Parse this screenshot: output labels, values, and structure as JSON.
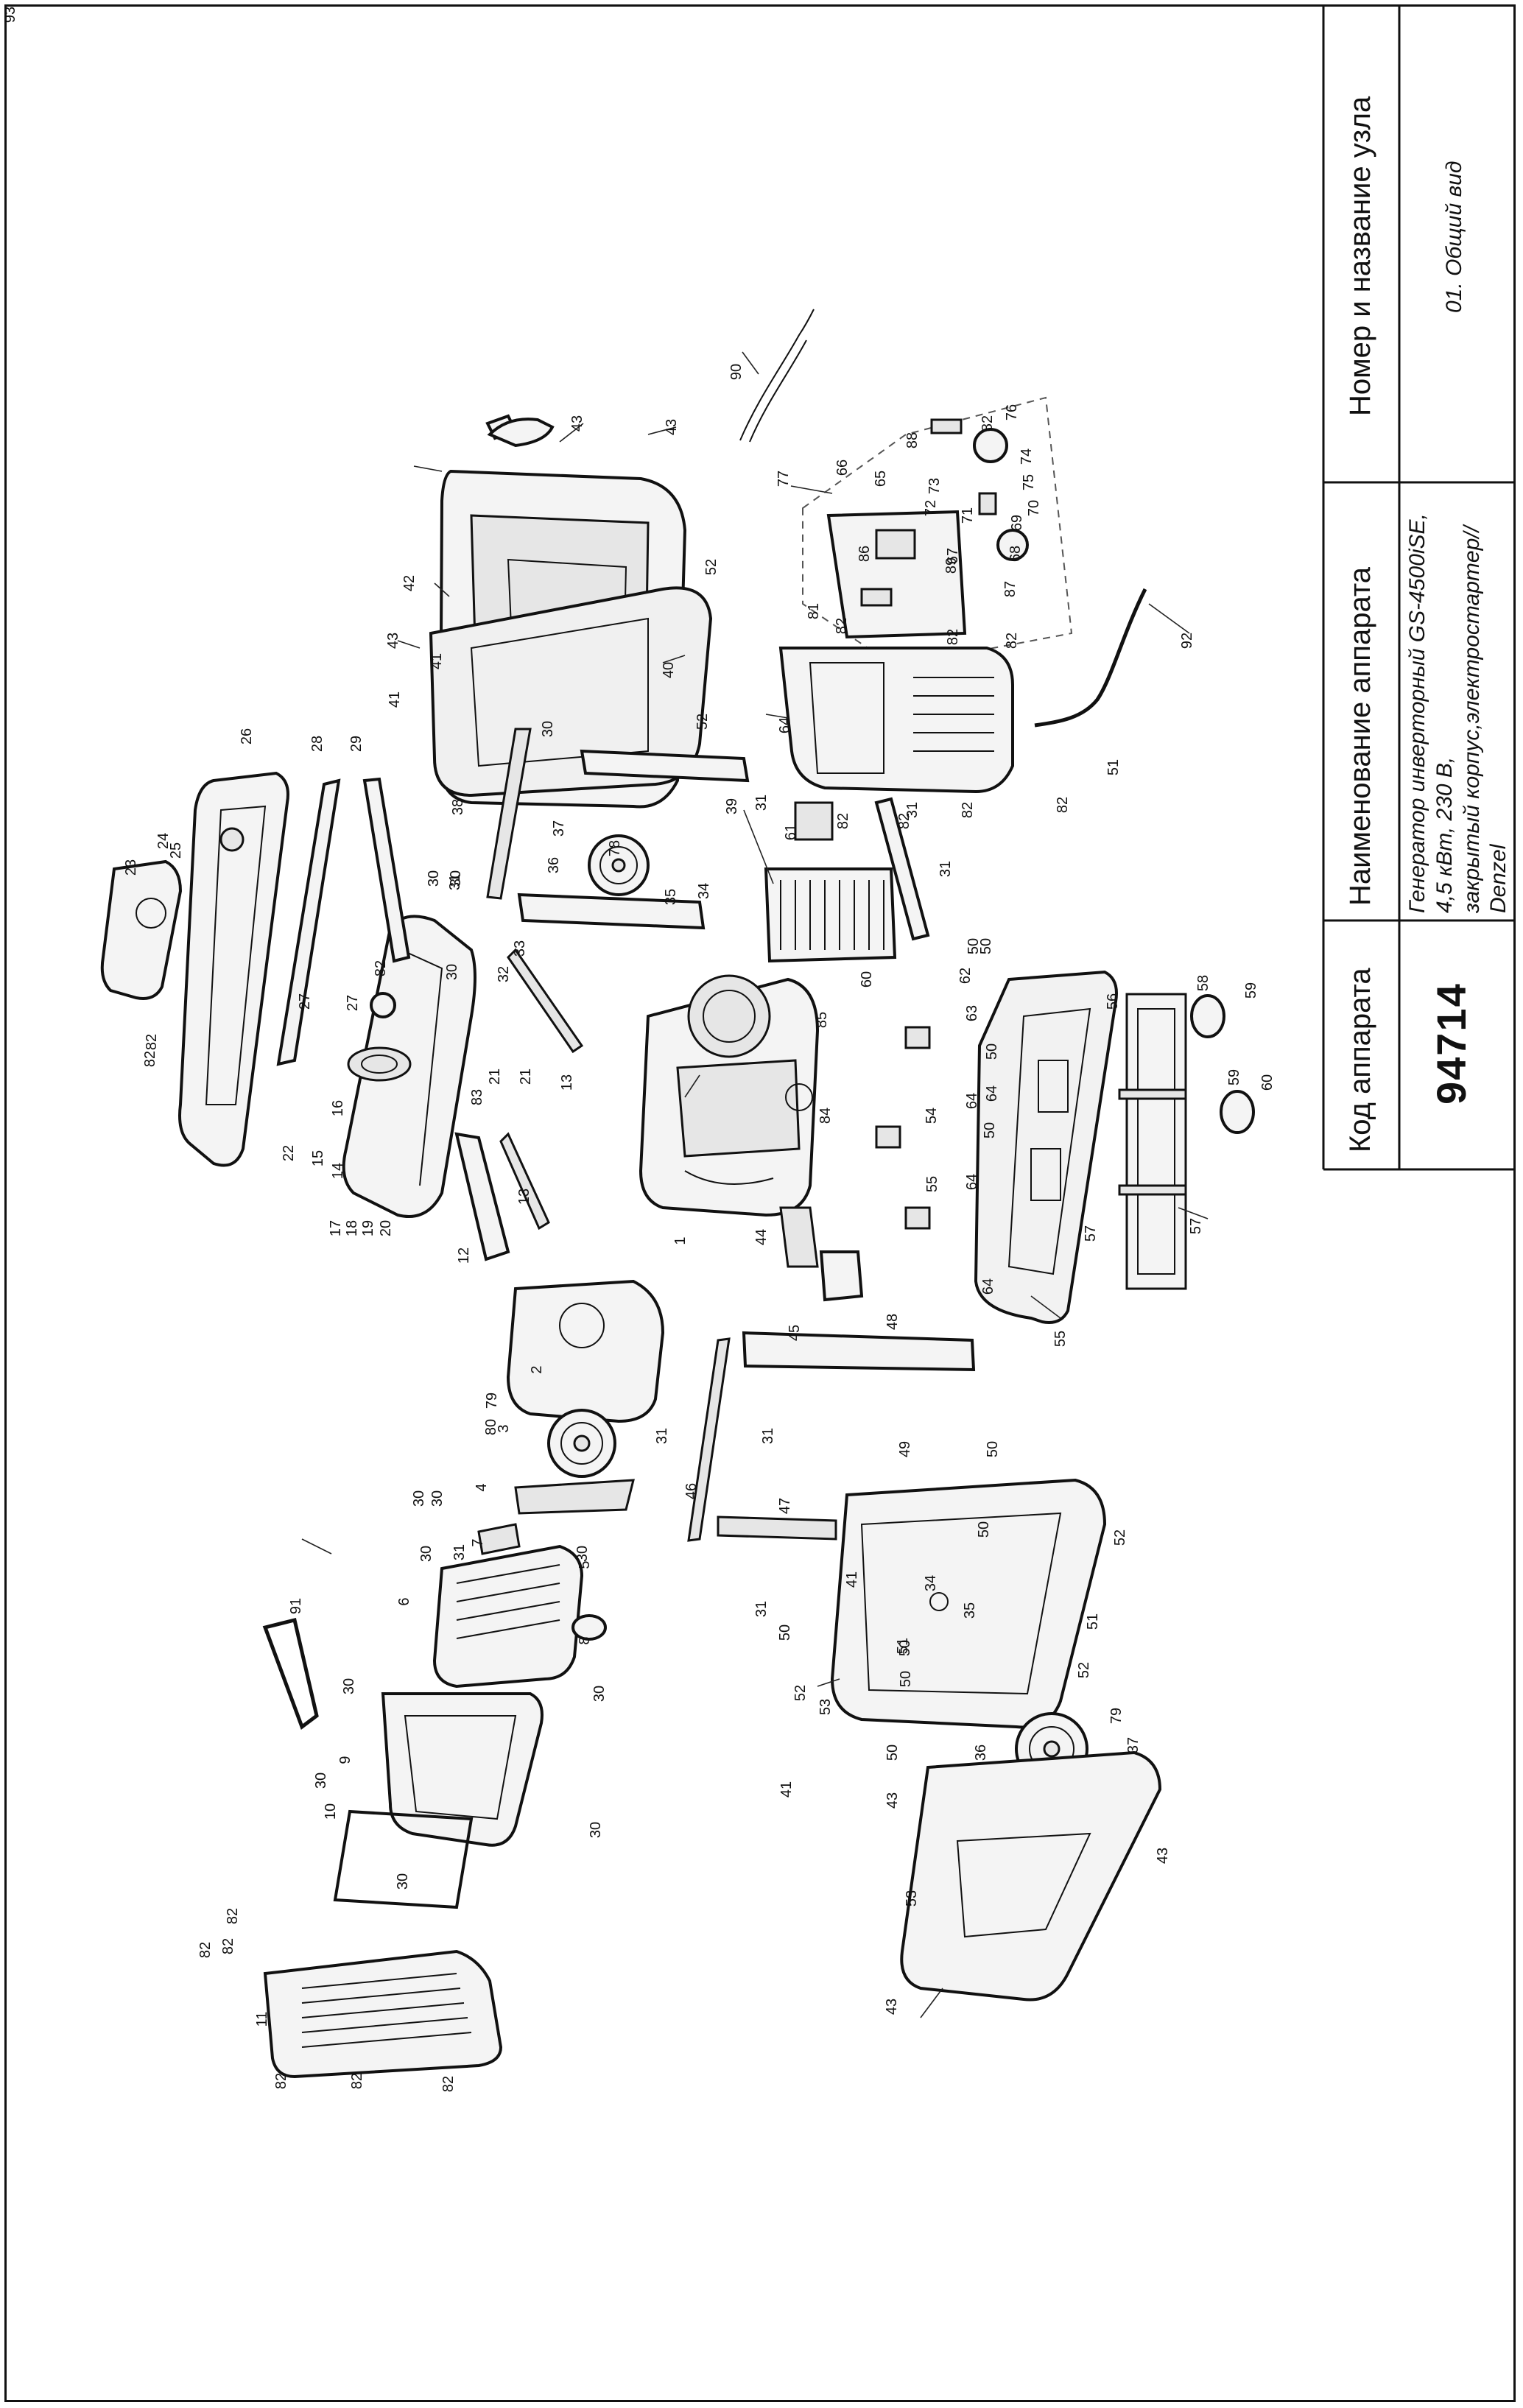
{
  "title_block": {
    "col_code": {
      "header": "Код аппарата",
      "value": "94714"
    },
    "col_name": {
      "header": "Наименование аппарата",
      "value_lines": [
        "Генератор инверторный GS-4500iSE,",
        "4,5 кВт, 230 В,",
        "закрытый корпус,электростартер//",
        "Denzel"
      ]
    },
    "col_node": {
      "header": "Номер и название узла",
      "value": "01. Общий вид"
    }
  },
  "callouts": [
    {
      "n": "1"
    },
    {
      "n": "2"
    },
    {
      "n": "3"
    },
    {
      "n": "4"
    },
    {
      "n": "5"
    },
    {
      "n": "6"
    },
    {
      "n": "7"
    },
    {
      "n": "8"
    },
    {
      "n": "9"
    },
    {
      "n": "10"
    },
    {
      "n": "11"
    },
    {
      "n": "12"
    },
    {
      "n": "13"
    },
    {
      "n": "13"
    },
    {
      "n": "14"
    },
    {
      "n": "15"
    },
    {
      "n": "16"
    },
    {
      "n": "17"
    },
    {
      "n": "18"
    },
    {
      "n": "19"
    },
    {
      "n": "20"
    },
    {
      "n": "21"
    },
    {
      "n": "21"
    },
    {
      "n": "22"
    },
    {
      "n": "23"
    },
    {
      "n": "24"
    },
    {
      "n": "25"
    },
    {
      "n": "26"
    },
    {
      "n": "27"
    },
    {
      "n": "27"
    },
    {
      "n": "28"
    },
    {
      "n": "29"
    },
    {
      "n": "30"
    },
    {
      "n": "30"
    },
    {
      "n": "30"
    },
    {
      "n": "30"
    },
    {
      "n": "30"
    },
    {
      "n": "30"
    },
    {
      "n": "30"
    },
    {
      "n": "30"
    },
    {
      "n": "30"
    },
    {
      "n": "30"
    },
    {
      "n": "30"
    },
    {
      "n": "30"
    },
    {
      "n": "30"
    },
    {
      "n": "31"
    },
    {
      "n": "31"
    },
    {
      "n": "31"
    },
    {
      "n": "31"
    },
    {
      "n": "31"
    },
    {
      "n": "31"
    },
    {
      "n": "31"
    },
    {
      "n": "31"
    },
    {
      "n": "32"
    },
    {
      "n": "33"
    },
    {
      "n": "34"
    },
    {
      "n": "34"
    },
    {
      "n": "35"
    },
    {
      "n": "35"
    },
    {
      "n": "36"
    },
    {
      "n": "36"
    },
    {
      "n": "37"
    },
    {
      "n": "37"
    },
    {
      "n": "38"
    },
    {
      "n": "39"
    },
    {
      "n": "40"
    },
    {
      "n": "41"
    },
    {
      "n": "41"
    },
    {
      "n": "41"
    },
    {
      "n": "41"
    },
    {
      "n": "42"
    },
    {
      "n": "43"
    },
    {
      "n": "43"
    },
    {
      "n": "43"
    },
    {
      "n": "43"
    },
    {
      "n": "43"
    },
    {
      "n": "43"
    },
    {
      "n": "44"
    },
    {
      "n": "45"
    },
    {
      "n": "46"
    },
    {
      "n": "47"
    },
    {
      "n": "48"
    },
    {
      "n": "49"
    },
    {
      "n": "50"
    },
    {
      "n": "50"
    },
    {
      "n": "50"
    },
    {
      "n": "50"
    },
    {
      "n": "50"
    },
    {
      "n": "50"
    },
    {
      "n": "50"
    },
    {
      "n": "50"
    },
    {
      "n": "50"
    },
    {
      "n": "50"
    },
    {
      "n": "51"
    },
    {
      "n": "51"
    },
    {
      "n": "51"
    },
    {
      "n": "52"
    },
    {
      "n": "52"
    },
    {
      "n": "52"
    },
    {
      "n": "52"
    },
    {
      "n": "52"
    },
    {
      "n": "53"
    },
    {
      "n": "53"
    },
    {
      "n": "54"
    },
    {
      "n": "55"
    },
    {
      "n": "55"
    },
    {
      "n": "56"
    },
    {
      "n": "57"
    },
    {
      "n": "57"
    },
    {
      "n": "58"
    },
    {
      "n": "59"
    },
    {
      "n": "59"
    },
    {
      "n": "60"
    },
    {
      "n": "60"
    },
    {
      "n": "61"
    },
    {
      "n": "62"
    },
    {
      "n": "63"
    },
    {
      "n": "64"
    },
    {
      "n": "64"
    },
    {
      "n": "64"
    },
    {
      "n": "64"
    },
    {
      "n": "64"
    },
    {
      "n": "65"
    },
    {
      "n": "66"
    },
    {
      "n": "67"
    },
    {
      "n": "68"
    },
    {
      "n": "69"
    },
    {
      "n": "70"
    },
    {
      "n": "71"
    },
    {
      "n": "72"
    },
    {
      "n": "73"
    },
    {
      "n": "74"
    },
    {
      "n": "75"
    },
    {
      "n": "76"
    },
    {
      "n": "77"
    },
    {
      "n": "78"
    },
    {
      "n": "79"
    },
    {
      "n": "79"
    },
    {
      "n": "80"
    },
    {
      "n": "81"
    },
    {
      "n": "82"
    },
    {
      "n": "82"
    },
    {
      "n": "82"
    },
    {
      "n": "82"
    },
    {
      "n": "82"
    },
    {
      "n": "82"
    },
    {
      "n": "82"
    },
    {
      "n": "82"
    },
    {
      "n": "82"
    },
    {
      "n": "82"
    },
    {
      "n": "82"
    },
    {
      "n": "82"
    },
    {
      "n": "82"
    },
    {
      "n": "82"
    },
    {
      "n": "82"
    },
    {
      "n": "82"
    },
    {
      "n": "82"
    },
    {
      "n": "83"
    },
    {
      "n": "84"
    },
    {
      "n": "85"
    },
    {
      "n": "86"
    },
    {
      "n": "87"
    },
    {
      "n": "88"
    },
    {
      "n": "89"
    },
    {
      "n": "90"
    },
    {
      "n": "91"
    },
    {
      "n": "92"
    },
    {
      "n": "93"
    }
  ]
}
